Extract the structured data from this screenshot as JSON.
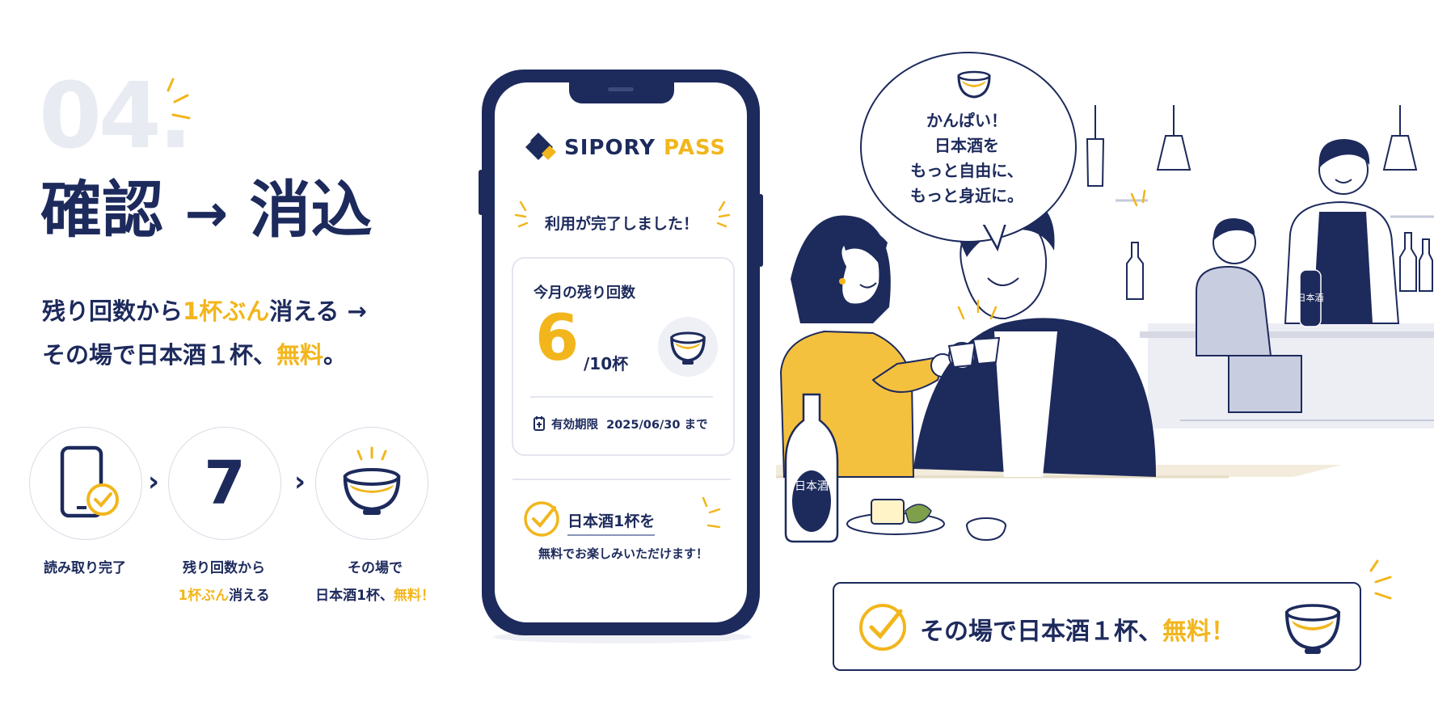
{
  "step": {
    "number": "04.",
    "title_left": "確認",
    "title_arrow": "→",
    "title_right": "消込",
    "desc_line1_pre": "残り回数から",
    "desc_line1_hl": "1杯ぶん",
    "desc_line1_post": "消える →",
    "desc_line2_pre": "その場で日本酒１杯、",
    "desc_line2_hl": "無料",
    "desc_line2_post": "。"
  },
  "flow": {
    "step1_caption": "読み取り完了",
    "step2_number": "7",
    "step2_caption_line1": "残り回数から",
    "step2_caption_line2_hl": "1杯ぶん",
    "step2_caption_line2_post": "消える",
    "step3_caption_line1": "その場で",
    "step3_caption_line2_pre": "日本酒1杯、",
    "step3_caption_line2_hl": "無料！",
    "chevron": "›"
  },
  "phone": {
    "brand_dark": "SIPORY",
    "brand_light": "PASS",
    "complete_message": "利用が完了しました！",
    "remaining_label": "今月の残り回数",
    "remaining_count": "6",
    "remaining_total": "/10杯",
    "expiry_label": "有効期限",
    "expiry_date": "2025/06/30 まで",
    "benefit_line1": "日本酒1杯を",
    "benefit_line2": "無料でお楽しみいただけます！"
  },
  "speech": {
    "line1": "かんぱい！",
    "line2": "日本酒を",
    "line3": "もっと自由に、",
    "line4": "もっと身近に。"
  },
  "bottle_label": "日本酒",
  "shelf_bottle_label": "日本酒",
  "banner": {
    "text_pre": "その場で日本酒１杯、",
    "text_hl": "無料！"
  },
  "colors": {
    "navy": "#1d2a5c",
    "yellow": "#f2b61c",
    "light_gray": "#e9ebf3"
  }
}
